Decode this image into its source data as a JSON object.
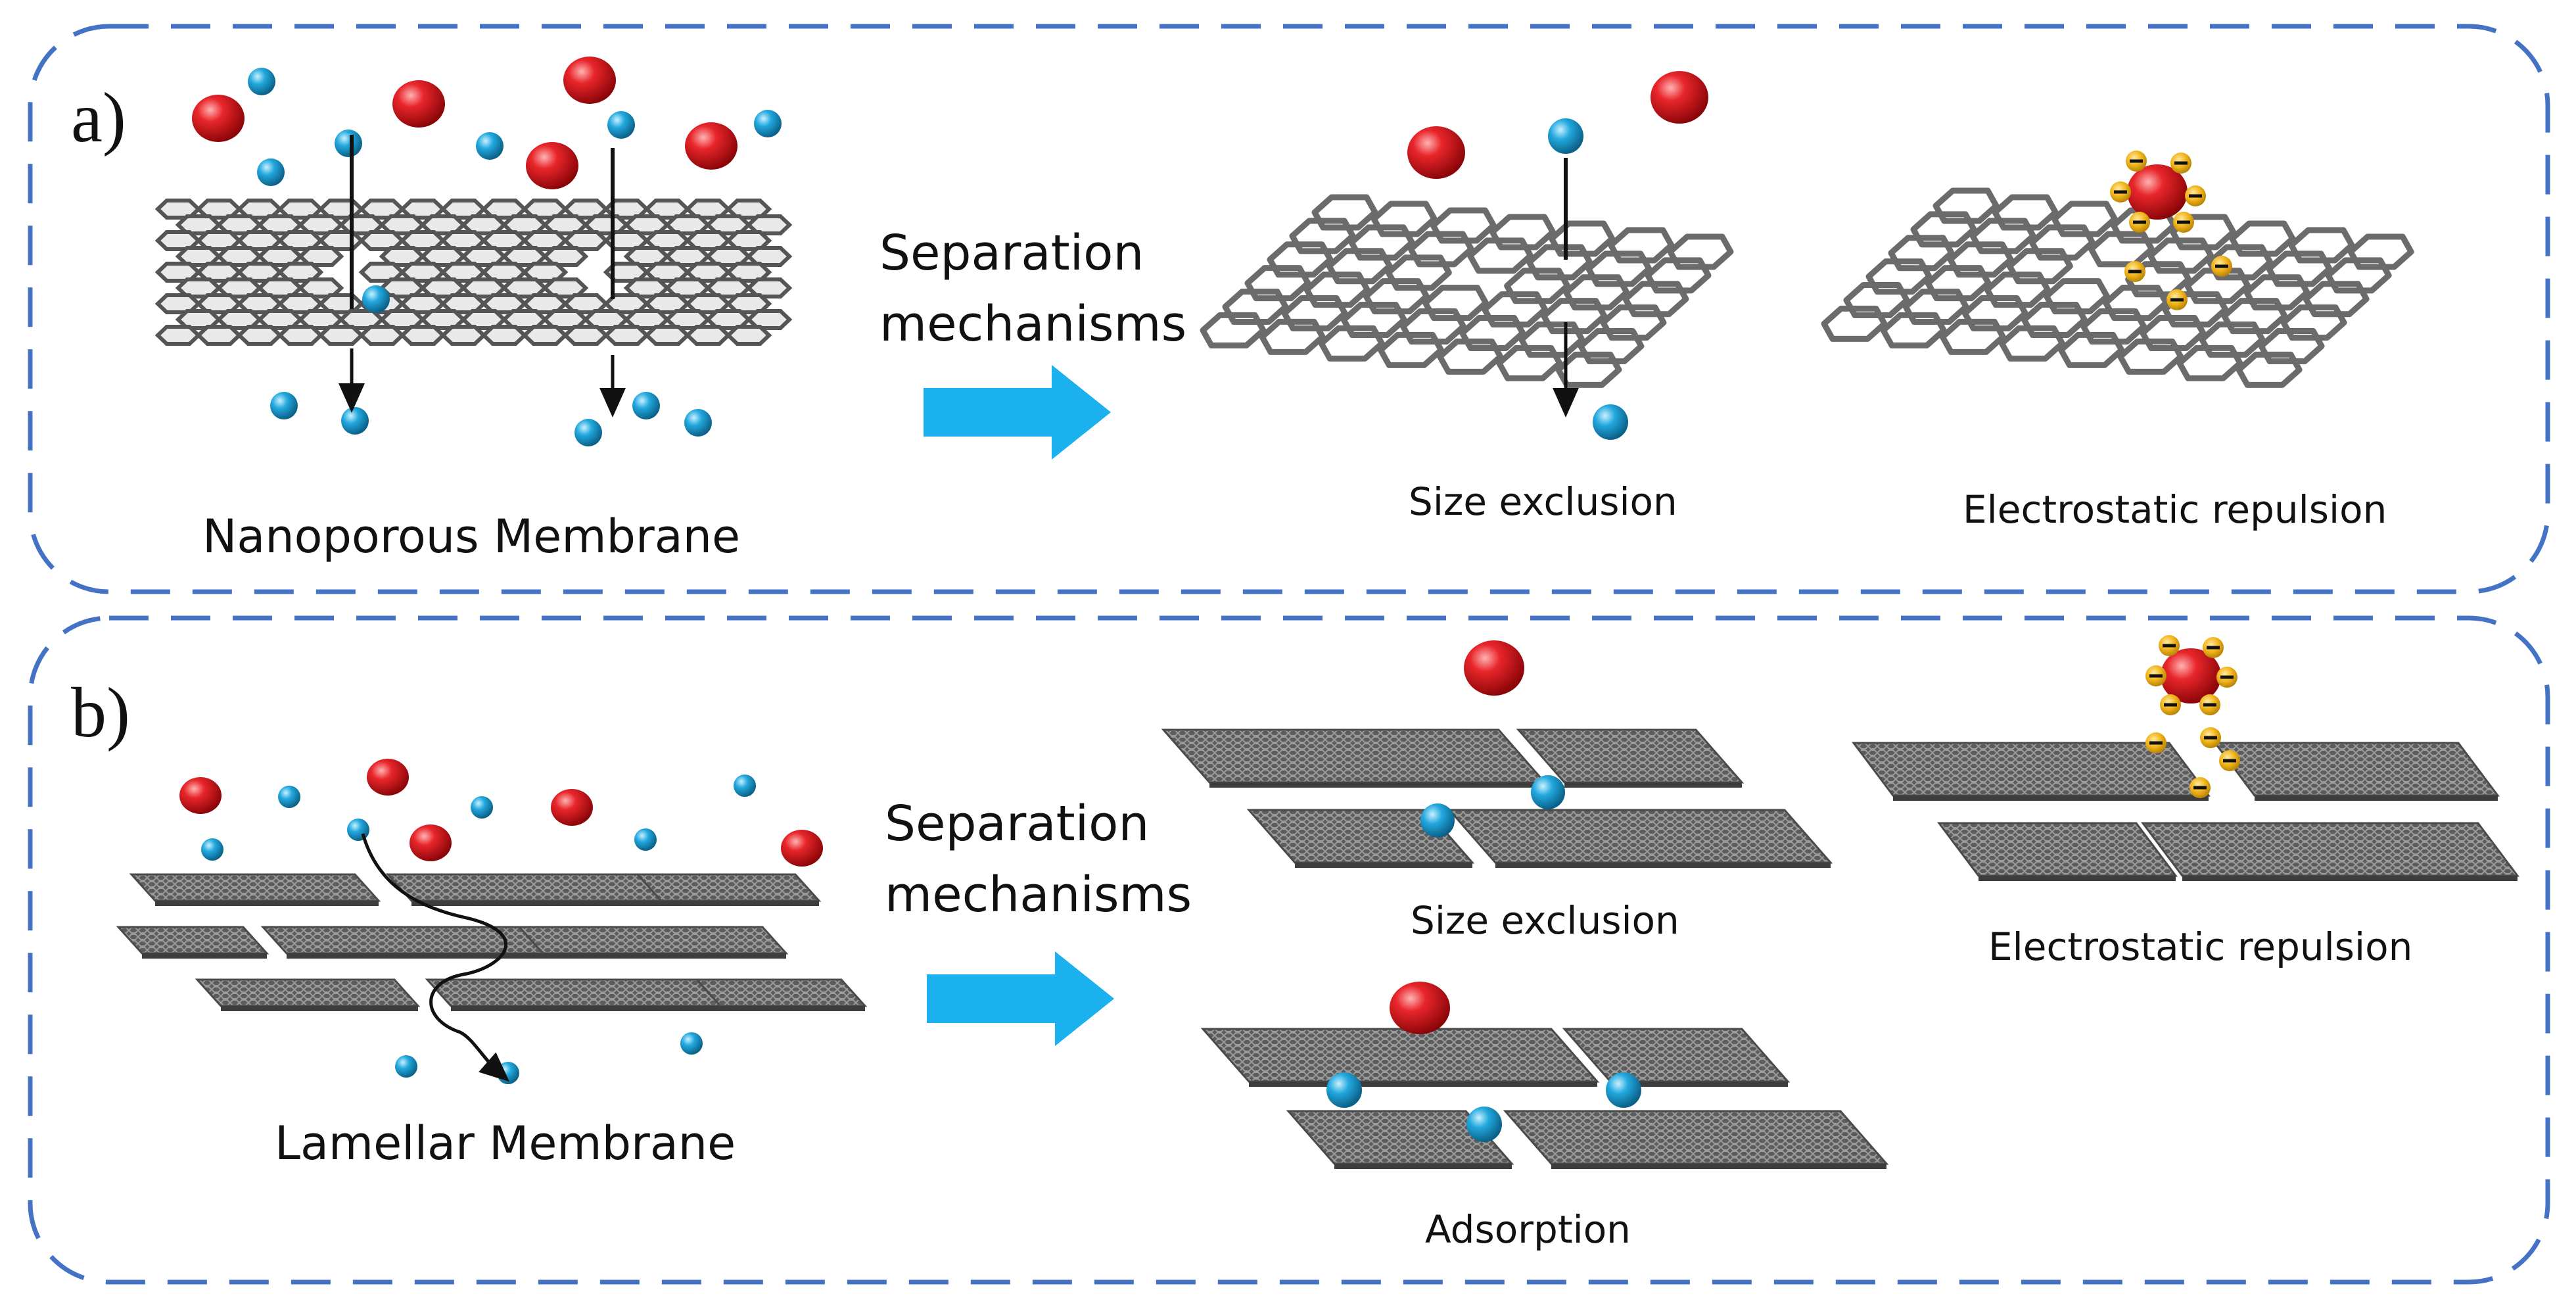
{
  "panels": [
    {
      "label": "a)",
      "membrane_title": "Nanoporous Membrane",
      "arrow_heading_line1": "Separation",
      "arrow_heading_line2": "mechanisms",
      "mechanisms": [
        "Size exclusion",
        "Electrostatic repulsion"
      ]
    },
    {
      "label": "b)",
      "membrane_title": "Lamellar Membrane",
      "arrow_heading_line1": "Separation",
      "arrow_heading_line2": "mechanisms",
      "mechanisms": [
        "Size exclusion",
        "Electrostatic repulsion",
        "Adsorption"
      ]
    }
  ],
  "colors": {
    "panel_border": "#4472C4",
    "arrow": "#1BB0EE",
    "large_ion": "#E0161B",
    "small_ion": "#1E9FD6",
    "negative_charge": "#F2B51B",
    "membrane": "#6E6E6E"
  }
}
